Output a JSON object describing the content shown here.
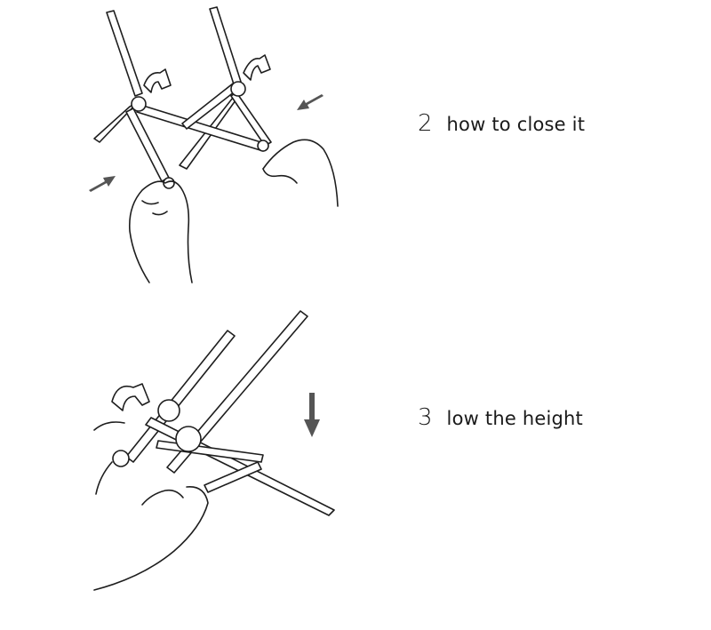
{
  "steps": [
    {
      "number": "2",
      "label": "how to close it"
    },
    {
      "number": "3",
      "label": "low the height"
    }
  ],
  "colors": {
    "background": "#ffffff",
    "line": "#1e1e1e",
    "arrow": "#555555"
  },
  "icons": [
    "push-arrow-left-icon",
    "push-arrow-right-icon",
    "down-arrow-icon"
  ]
}
